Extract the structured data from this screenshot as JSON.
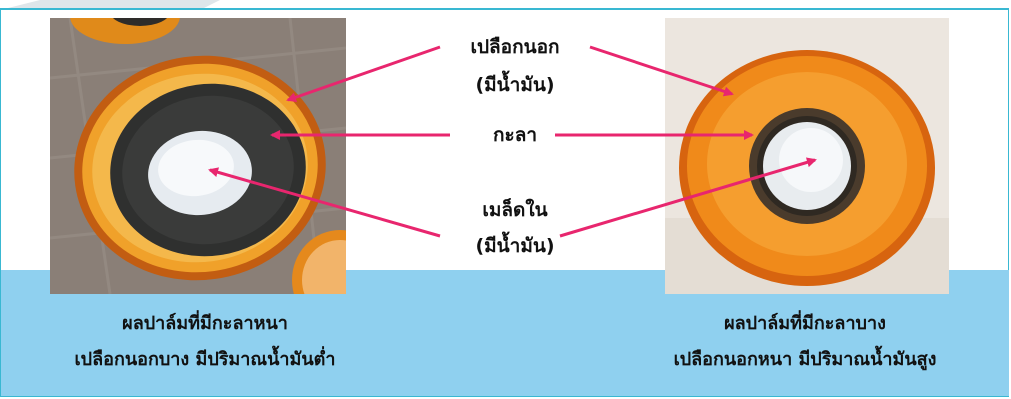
{
  "colors": {
    "frame_border": "#39b8d2",
    "blue_band": "#8fd0ef",
    "arrow": "#e8266e",
    "text": "#111111",
    "rind_orange": "#f39a1c",
    "shell_dark": "#333332",
    "kernel_white": "#eef1f4",
    "background_wood": "#8a7f77",
    "background_right": "#ece6df"
  },
  "labels": {
    "exocarp_line1": "เปลือกนอก",
    "exocarp_line2": "(มีน้ำมัน)",
    "shell": "กะลา",
    "kernel_line1": "เมล็ดใน",
    "kernel_line2": "(มีน้ำมัน)"
  },
  "captions": {
    "left": {
      "line1": "ผลปาล์มที่มีกะลาหนา",
      "line2": "เปลือกนอกบาง  มีปริมาณน้ำมันต่ำ"
    },
    "right": {
      "line1": "ผลปาล์มที่มีกะลาบาง",
      "line2": "เปลือกนอกหนา มีปริมาณน้ำมันสูง"
    }
  },
  "photos": {
    "left": "thick-shell-palm-fruit-cross-section",
    "right": "thin-shell-palm-fruit-cross-section"
  }
}
